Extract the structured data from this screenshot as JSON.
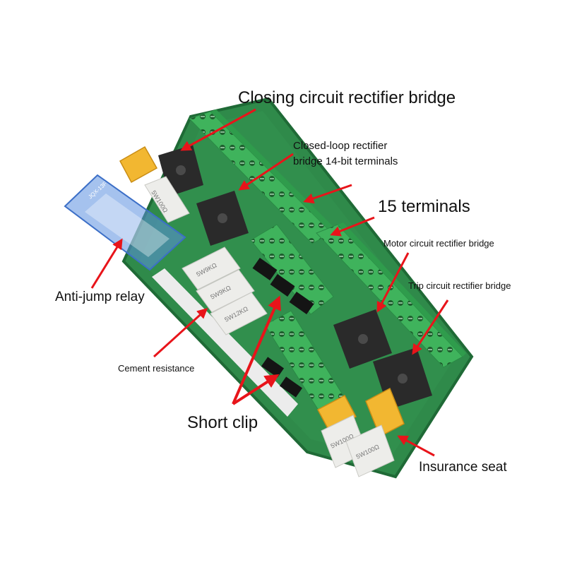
{
  "labels": {
    "closing_bridge": "Closing circuit rectifier bridge",
    "closed_loop_terminals": "Closed-loop rectifier\nbridge 14-bit terminals",
    "terminals_15": "15 terminals",
    "motor_bridge": "Motor circuit rectifier bridge",
    "trip_bridge": "Trip circuit rectifier bridge",
    "anti_jump_relay": "Anti-jump relay",
    "cement_resistance": "Cement resistance",
    "short_clip": "Short clip",
    "insurance_seat": "Insurance seat"
  },
  "board_markings": {
    "resistor_top": "5W100Ω",
    "resistor_1": "5W9KΩ",
    "resistor_2": "5W9KΩ",
    "resistor_3": "5W12KΩ",
    "resistor_bottom_1": "5W100Ω",
    "resistor_bottom_2": "5W100Ω",
    "relay_marking": "JQX-13F"
  },
  "colors": {
    "pcb": "#2f8a4a",
    "pcb_edge": "#1f6a36",
    "terminal": "#3fb35c",
    "arrow": "#e8141a",
    "relay": "#5b8fe0",
    "fuse": "#f2b731",
    "bridge": "#2a2a2a",
    "resistor": "#ededea"
  }
}
